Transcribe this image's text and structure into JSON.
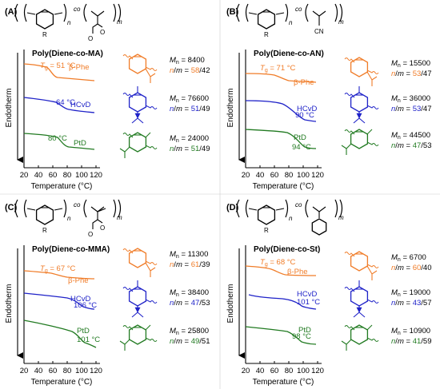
{
  "colors": {
    "orange": "#F07C28",
    "blue": "#1F22C8",
    "green": "#217A21",
    "black": "#000000"
  },
  "common": {
    "endotherm_label": "Endotherm",
    "x_axis_label": "Temperature (°C)",
    "x_ticks": [
      "20",
      "40",
      "60",
      "80",
      "100",
      "120"
    ],
    "subscript_n": "n",
    "subscript_m": "m",
    "R_label": "R",
    "co_label": "co",
    "Mn_prefix": "M",
    "Mn_sub": "n",
    "nm_label": "n/m ="
  },
  "panels": [
    {
      "label": "(A)",
      "title": "Poly(Diene-co-MA)",
      "side_group": "ester",
      "curves": [
        {
          "name": "β-Phe",
          "tg": "T g = 51 °C",
          "tg_text": "51 °C",
          "color": "orange",
          "Mn": "8400",
          "n": "58",
          "m": "42"
        },
        {
          "name": "HCvD",
          "tg_text": "64 °C",
          "color": "blue",
          "Mn": "76600",
          "n": "51",
          "m": "49"
        },
        {
          "name": "PtD",
          "tg_text": "80 °C",
          "color": "green",
          "Mn": "24000",
          "n": "51",
          "m": "49"
        }
      ]
    },
    {
      "label": "(B)",
      "title": "Poly(Diene-co-AN)",
      "side_group": "CN",
      "curves": [
        {
          "name": "β-Phe",
          "tg_text": "71 °C",
          "color": "orange",
          "Mn": "15500",
          "n": "53",
          "m": "47"
        },
        {
          "name": "HCvD",
          "tg_text": "90 °C",
          "color": "blue",
          "Mn": "36000",
          "n": "53",
          "m": "47"
        },
        {
          "name": "PtD",
          "tg_text": "94 °C",
          "color": "green",
          "Mn": "44500",
          "n": "47",
          "m": "53"
        }
      ]
    },
    {
      "label": "(C)",
      "title": "Poly(Diene-co-MMA)",
      "side_group": "ester-methyl",
      "curves": [
        {
          "name": "β-Phe",
          "tg_text": "67 °C",
          "color": "orange",
          "Mn": "11300",
          "n": "61",
          "m": "39"
        },
        {
          "name": "HCvD",
          "tg_text": "106 °C",
          "color": "blue",
          "Mn": "38400",
          "n": "47",
          "m": "53"
        },
        {
          "name": "PtD",
          "tg_text": "101 °C",
          "color": "green",
          "Mn": "25800",
          "n": "49",
          "m": "51"
        }
      ]
    },
    {
      "label": "(D)",
      "title": "Poly(Diene-co-St)",
      "side_group": "phenyl",
      "curves": [
        {
          "name": "β-Phe",
          "tg_text": "68 °C",
          "color": "orange",
          "Mn": "6700",
          "n": "60",
          "m": "40"
        },
        {
          "name": "HCvD",
          "tg_text": "101 °C",
          "color": "blue",
          "Mn": "19000",
          "n": "43",
          "m": "57"
        },
        {
          "name": "PtD",
          "tg_text": "98 °C",
          "color": "green",
          "Mn": "10900",
          "n": "41",
          "m": "59"
        }
      ]
    }
  ]
}
